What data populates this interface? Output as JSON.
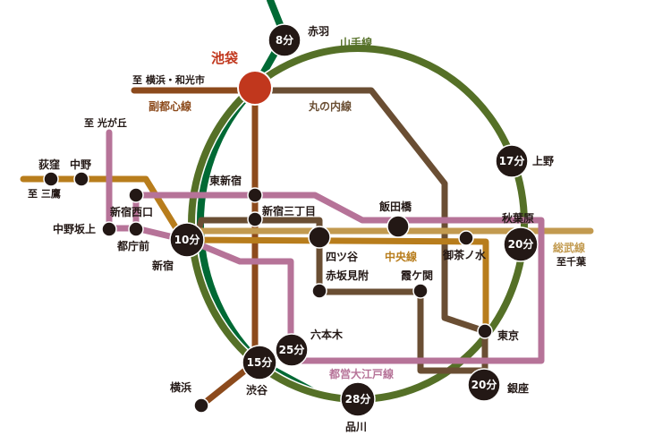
{
  "colors": {
    "yamanote": "#557027",
    "saikyo": "#006934",
    "fukutoshin": "#8c4a1c",
    "marunouchi": "#6a4e33",
    "chuo": "#b87d1c",
    "sobu": "#c29a4f",
    "oedo": "#b67398",
    "ikebukuro": "#c1371d",
    "station": "#231815"
  },
  "hub": {
    "name": "池袋"
  },
  "lines": {
    "yamanote": "山手線",
    "fukutoshin": "副都心線",
    "marunouchi": "丸の内線",
    "chuo": "中央線",
    "sobu": "総武線",
    "oedo": "都営大江戸線"
  },
  "directions": {
    "yokohama_wako": "至 横浜・和光市",
    "hikarigaoka": "至 光が丘",
    "mitaka": "至 三鷹",
    "chiba": "至千葉"
  },
  "stations": {
    "akabane": {
      "name": "赤羽",
      "time": "8分"
    },
    "ueno": {
      "name": "上野",
      "time": "17分"
    },
    "akihabara": {
      "name": "秋葉原",
      "time": "20分"
    },
    "ginza": {
      "name": "銀座",
      "time": "20分"
    },
    "shinagawa": {
      "name": "品川",
      "time": "28分"
    },
    "roppongi": {
      "name": "六本木",
      "time": "25分"
    },
    "shibuya": {
      "name": "渋谷",
      "time": "15分"
    },
    "shinjuku": {
      "name": "新宿",
      "time": "10分"
    },
    "ogikubo": {
      "name": "荻窪"
    },
    "nakano": {
      "name": "中野"
    },
    "higashi_shinjuku": {
      "name": "東新宿"
    },
    "shinjuku_nishiguchi": {
      "name": "新宿西口"
    },
    "shinjuku_sanchome": {
      "name": "新宿三丁目"
    },
    "nakano_sakaue": {
      "name": "中野坂上"
    },
    "tochomae": {
      "name": "都庁前"
    },
    "iidabashi": {
      "name": "飯田橋"
    },
    "yotsuya": {
      "name": "四ツ谷"
    },
    "akasaka_mitsuke": {
      "name": "赤坂見附"
    },
    "ochanomizu": {
      "name": "御茶ノ水"
    },
    "kasumigaseki": {
      "name": "霞ケ関"
    },
    "tokyo": {
      "name": "東京"
    },
    "yokohama": {
      "name": "横浜"
    }
  }
}
